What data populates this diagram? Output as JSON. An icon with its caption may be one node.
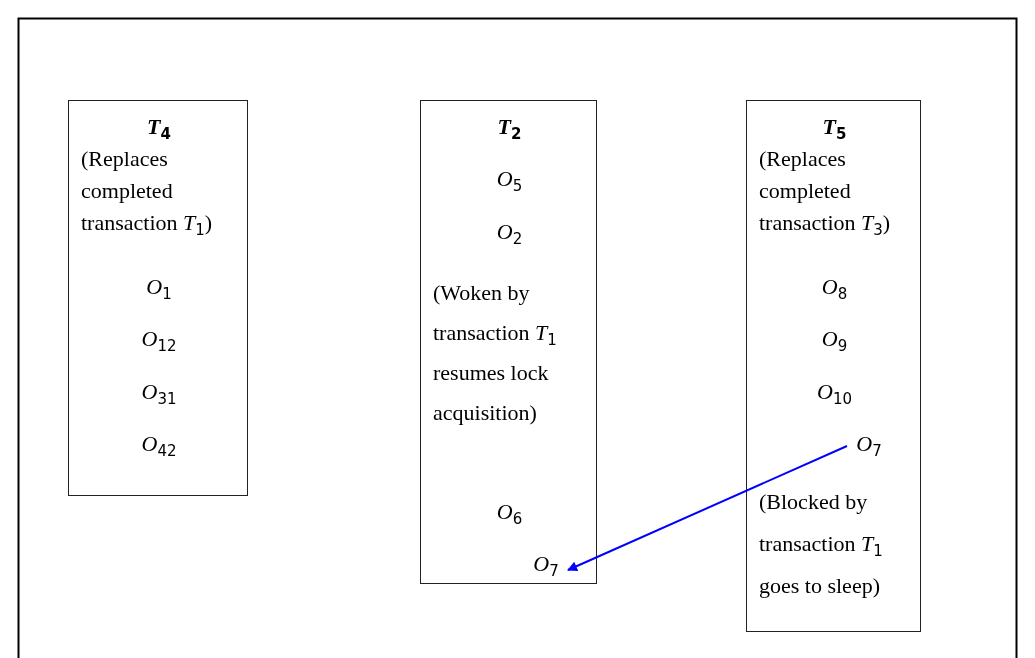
{
  "diagram": {
    "nodes": [
      {
        "text": [
          "*T*$_{4}$",
          "(Replaces completed transaction *T*$_{1}$)",
          "*O*$_{1}$",
          "*O*$_{12}$",
          "*O*$_{31}$",
          "*O*$_{42}$"
        ]
      },
      {
        "text": [
          "*T*$_{2}$",
          "*O*$_{5}$",
          "*O*$_{2}$",
          "(Woken by transaction *T*$_{1}$ resumes lock acquisition)",
          "*O*$_{6}$"
        ]
      },
      {
        "text": [
          "*O*$_{7}$"
        ],
        "in": 1
      },
      {
        "text": [
          "*T*$_{5}$",
          "(Replaces completed transaction *T*$_{3}$)",
          "*O*$_{8}$",
          "*O*$_{9}$",
          "*O*$_{10}$",
          "(Blocked by transaction *T*$_{1}$ goes to sleep)"
        ]
      },
      {
        "text": [
          "*O*$_{7}$"
        ],
        "in": 3
      }
    ],
    "edges": [
      {
        "from": 4,
        "to": 2,
        "arrow": "to",
        "color": "#0000ff"
      }
    ]
  }
}
